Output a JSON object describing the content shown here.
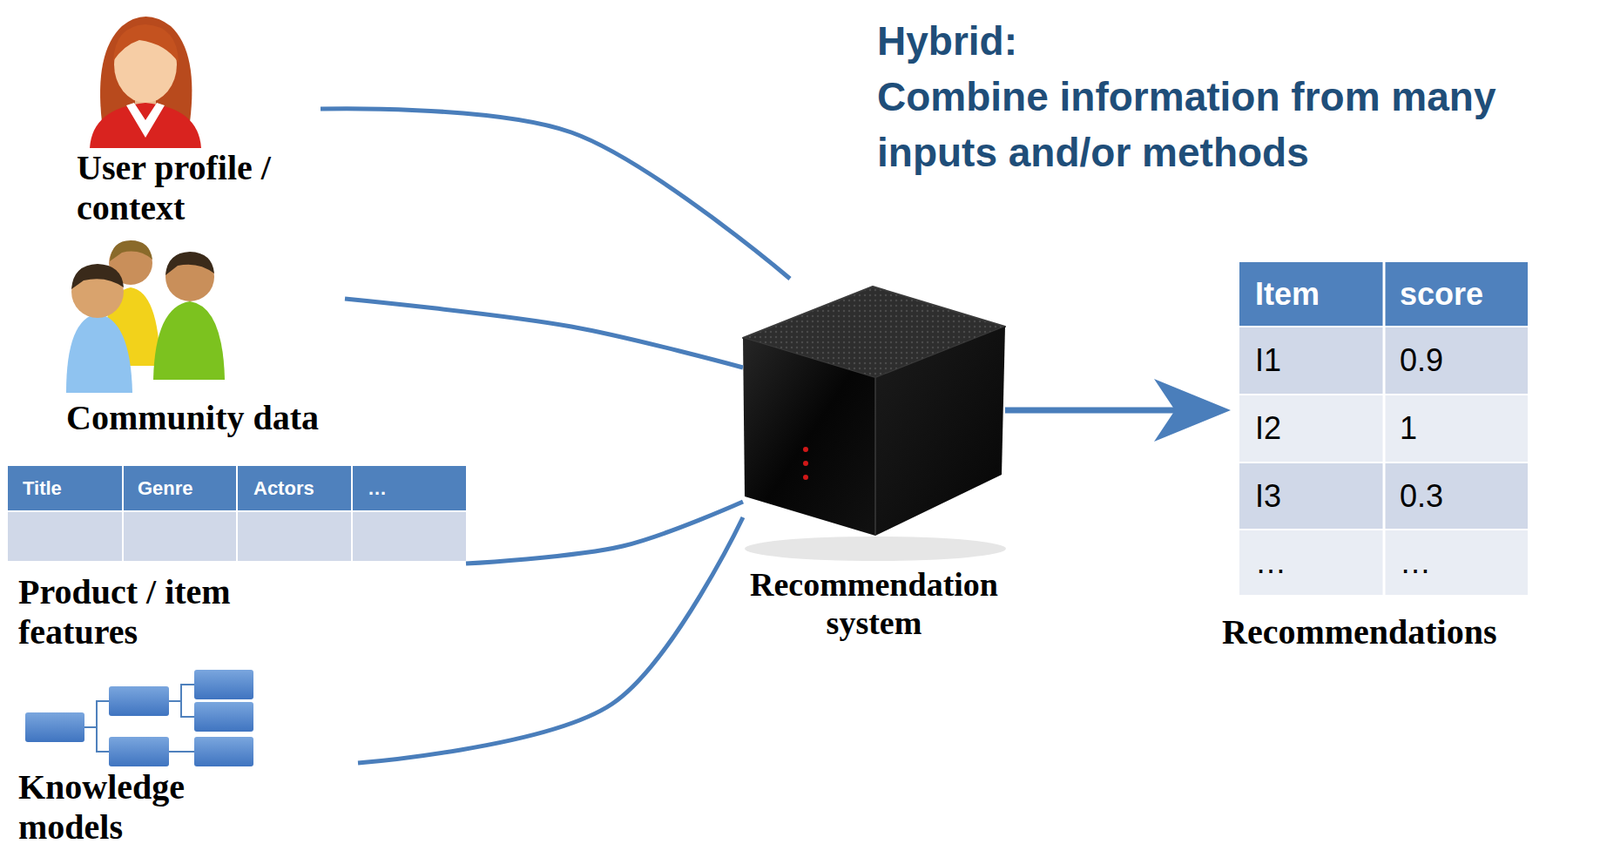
{
  "diagram": {
    "title": "Hybrid:",
    "nodes": [
      {
        "text": [
          "User profile / context"
        ]
      },
      {
        "text": [
          "Community data"
        ]
      },
      {
        "text": [
          "Product / item features"
        ]
      },
      {
        "text": [
          "Knowledge models"
        ]
      },
      {
        "text": [
          "Recommendation system"
        ]
      },
      {
        "text": [
          "Recommendations"
        ]
      }
    ],
    "edges": [
      {
        "from": 0,
        "to": 4,
        "arrow": "none"
      },
      {
        "from": 1,
        "to": 4,
        "arrow": "none"
      },
      {
        "from": 2,
        "to": 4,
        "arrow": "none"
      },
      {
        "from": 3,
        "to": 4,
        "arrow": "none"
      },
      {
        "from": 4,
        "to": 5,
        "arrow": "to"
      }
    ],
    "labels": [
      "Combine information from many inputs and/or methods",
      "Title",
      "Genre",
      "Actors",
      "…",
      "Item",
      "score",
      "I1",
      "0.9",
      "I2",
      "1",
      "I3",
      "0.3",
      "…",
      "…"
    ]
  }
}
